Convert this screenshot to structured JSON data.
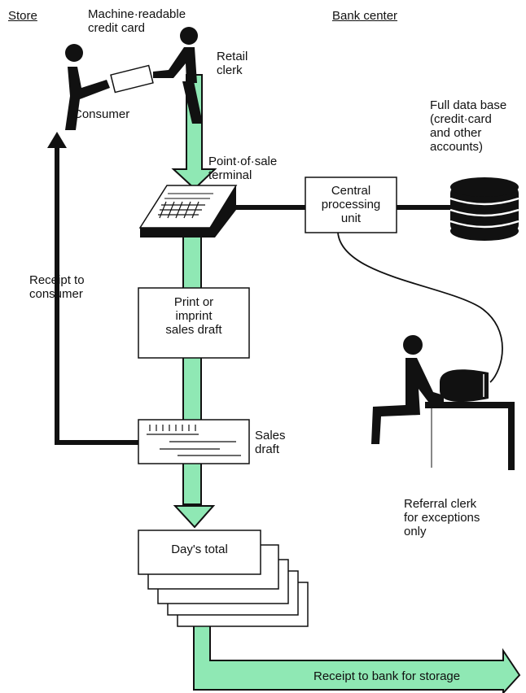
{
  "headers": {
    "store": "Store",
    "bank_center": "Bank center"
  },
  "labels": {
    "credit_card": "Machine·readable\ncredit card",
    "retail_clerk": "Retail\nclerk",
    "consumer": "Consumer",
    "data_base": "Full data base\n(credit·card\nand other\naccounts)",
    "pos_terminal": "Point·of·sale\nterminal",
    "receipt_consumer": "Receipt to\nconsumer",
    "sales_draft": "Sales\ndraft",
    "referral_clerk": "Referral clerk\nfor exceptions\nonly"
  },
  "boxes": {
    "cpu": "Central\nprocessing\nunit",
    "print_imprint": "Print or\nimprint\nsales draft",
    "days_total": "Day's total"
  },
  "arrow_label": "Receipt to bank for storage",
  "colors": {
    "flow": "#8fe8b4",
    "ink": "#111111"
  }
}
